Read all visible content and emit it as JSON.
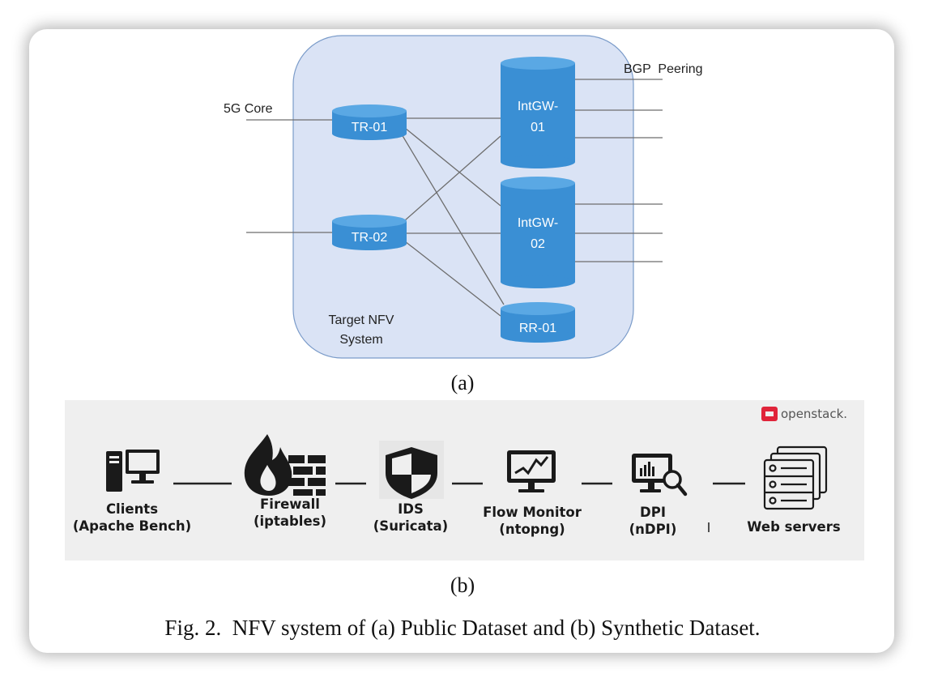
{
  "panel_a": {
    "system_label_line1": "Target NFV",
    "system_label_line2": "System",
    "external_left_label": "5G Core",
    "external_right_label": "BGP  Peering",
    "nodes": {
      "tr01": "TR-01",
      "tr02": "TR-02",
      "intgw01_line1": "IntGW-",
      "intgw01_line2": "01",
      "intgw02_line1": "IntGW-",
      "intgw02_line2": "02",
      "rr01": "RR-01"
    },
    "sublabel": "(a)"
  },
  "panel_b": {
    "brand": "openstack.",
    "components": [
      {
        "name": "Clients",
        "detail": "(Apache Bench)",
        "icon": "computer-icon"
      },
      {
        "name": "Firewall",
        "detail": "(iptables)",
        "icon": "firewall-icon"
      },
      {
        "name": "IDS",
        "detail": "(Suricata)",
        "icon": "shield-icon"
      },
      {
        "name": "Flow Monitor",
        "detail": "(ntopng)",
        "icon": "monitor-chart-icon"
      },
      {
        "name": "DPI",
        "detail": "(nDPI)",
        "icon": "magnifier-monitor-icon"
      },
      {
        "name": "Web servers",
        "detail": "",
        "icon": "server-rack-icon"
      }
    ],
    "sublabel": "(b)"
  },
  "caption": "Fig. 2.  NFV system of (a) Public Dataset and (b) Synthetic Dataset.",
  "colors": {
    "system_fill": "#dae3f5",
    "node_fill": "#3a8fd4",
    "node_top": "#5aa8e4",
    "panel_b_bg": "#efefef",
    "brand_red": "#e0243a"
  }
}
